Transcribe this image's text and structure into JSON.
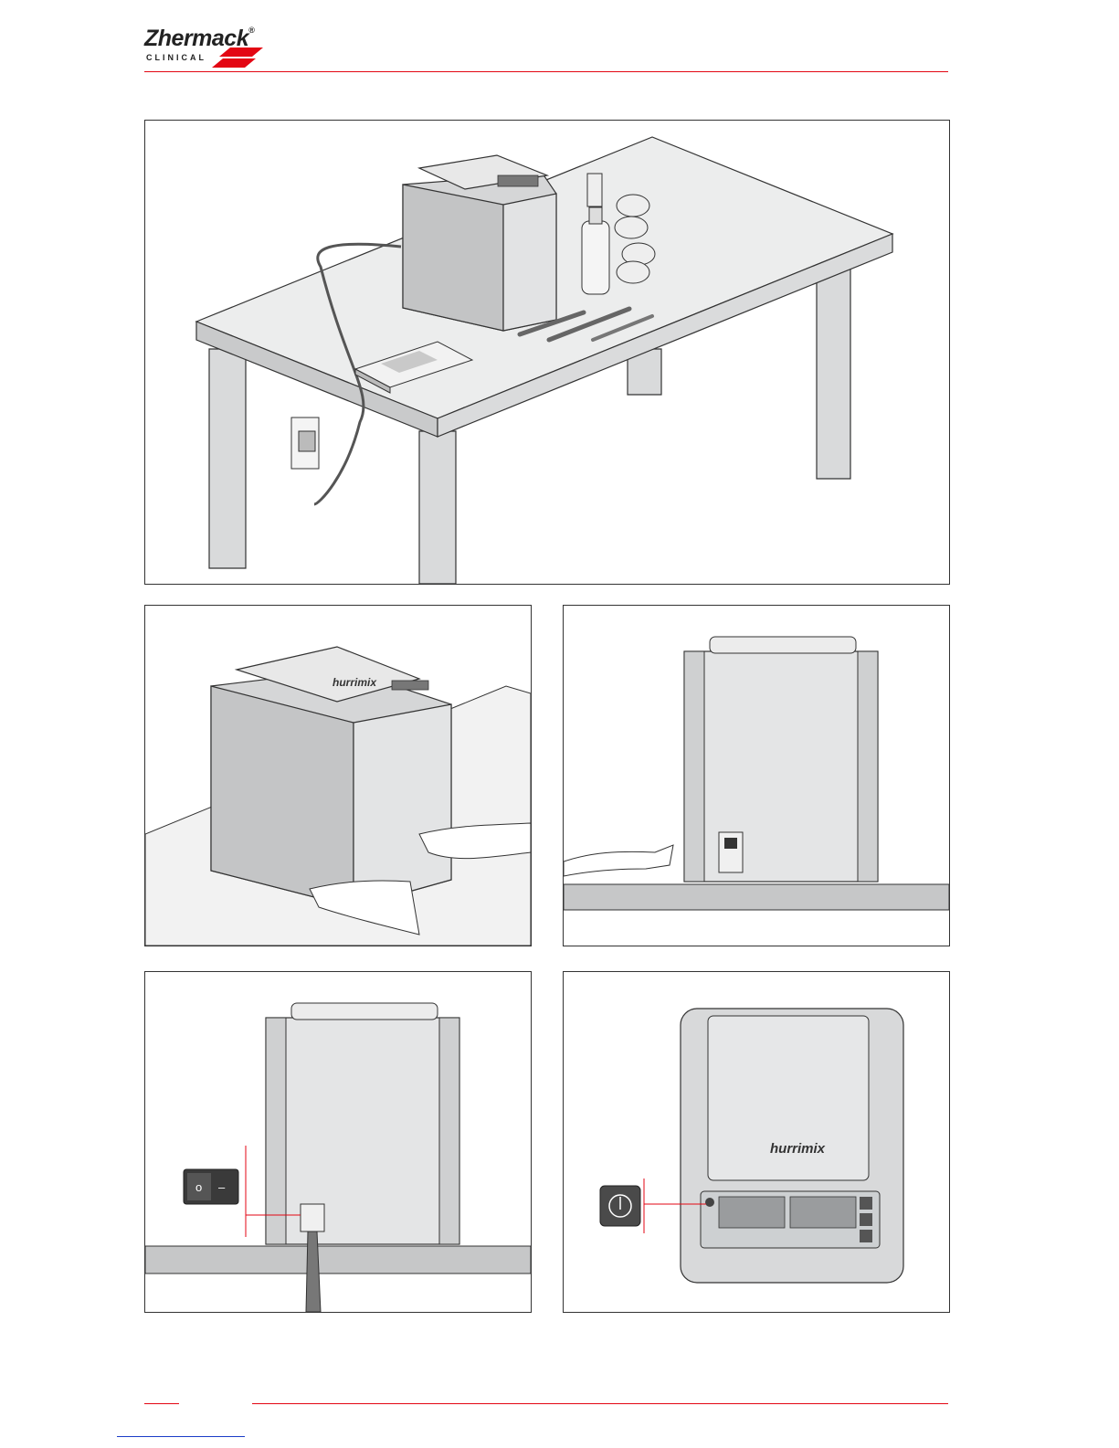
{
  "header": {
    "brand": "Zhermack",
    "brand_reg": "®",
    "brand_sub": "CLINICAL",
    "accent_color": "#e30613"
  },
  "figures": {
    "device_brand": "hurrimix",
    "power_symbol": "power-icon",
    "switch_symbols": [
      "o",
      "–"
    ]
  }
}
